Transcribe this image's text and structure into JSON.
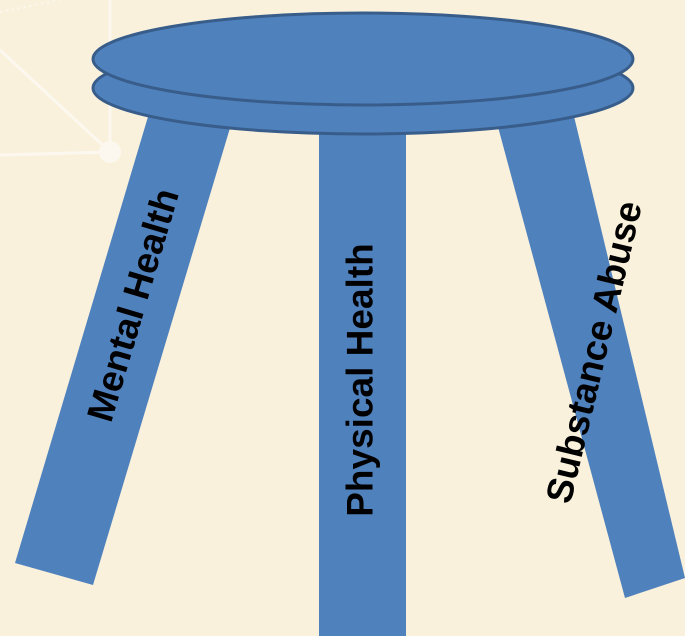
{
  "diagram": {
    "legs": [
      {
        "id": "left",
        "label": "Mental Health"
      },
      {
        "id": "center",
        "label": "Physical Health"
      },
      {
        "id": "right",
        "label": "Substance Abuse"
      }
    ]
  },
  "colors": {
    "background": "#f9f1dc",
    "stool_fill": "#4f81bd",
    "stool_outline": "#385d8a",
    "decor_lines": "#ffffff",
    "label_text": "#000000"
  }
}
